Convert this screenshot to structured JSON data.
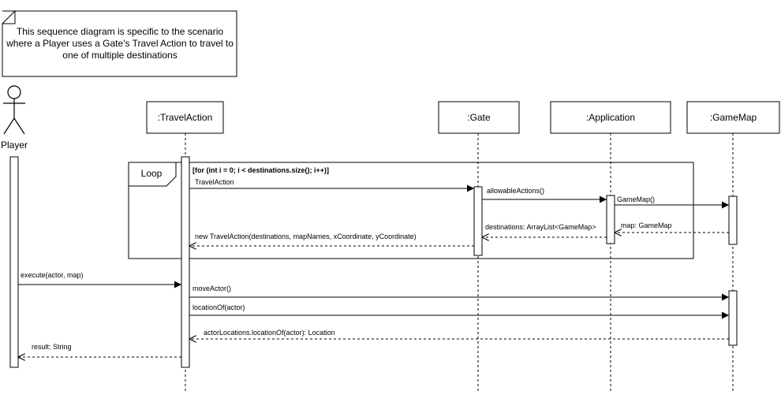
{
  "note": {
    "lines": [
      "This sequence diagram is specific to the scenario",
      "where a Player uses a Gate's Travel Action to travel to",
      "one of multiple destinations"
    ]
  },
  "actor": {
    "label": "Player"
  },
  "lifelines": {
    "travel_action": ":TravelAction",
    "gate": ":Gate",
    "application": ":Application",
    "game_map": ":GameMap"
  },
  "loop": {
    "label": "Loop",
    "guard": "[for (int i = 0; i < destinations.size(); i++)]"
  },
  "messages": {
    "travel_action_call": "TravelAction",
    "allowable_actions": "allowableActions()",
    "game_map_call": "GameMap()",
    "map_return": "map: GameMap",
    "destinations_return": "destinations: ArrayList<GameMap>",
    "new_travel_action": "new TravelAction(destinations, mapNames, xCoordinate, yCoordinate)",
    "execute": "execute(actor, map)",
    "move_actor": "moveActor()",
    "location_of": "locationOf(actor)",
    "location_return": "actorLocations.locationOf(actor): Location",
    "result_return": "result: String"
  }
}
